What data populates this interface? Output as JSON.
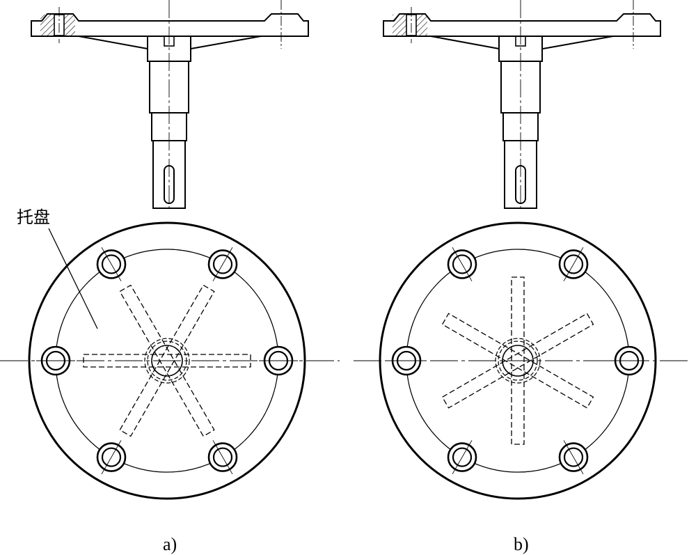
{
  "figure": {
    "callout_label": "托盘",
    "panels": [
      {
        "id": "a",
        "caption": "a)",
        "spoke_angles_deg": [
          0,
          60,
          120
        ],
        "bolt_count": 6
      },
      {
        "id": "b",
        "caption": "b)",
        "spoke_angles_deg": [
          90,
          30,
          150
        ],
        "bolt_count": 6
      }
    ]
  },
  "colors": {
    "line": "#000000",
    "background": "#ffffff",
    "hatch": "#000000"
  }
}
